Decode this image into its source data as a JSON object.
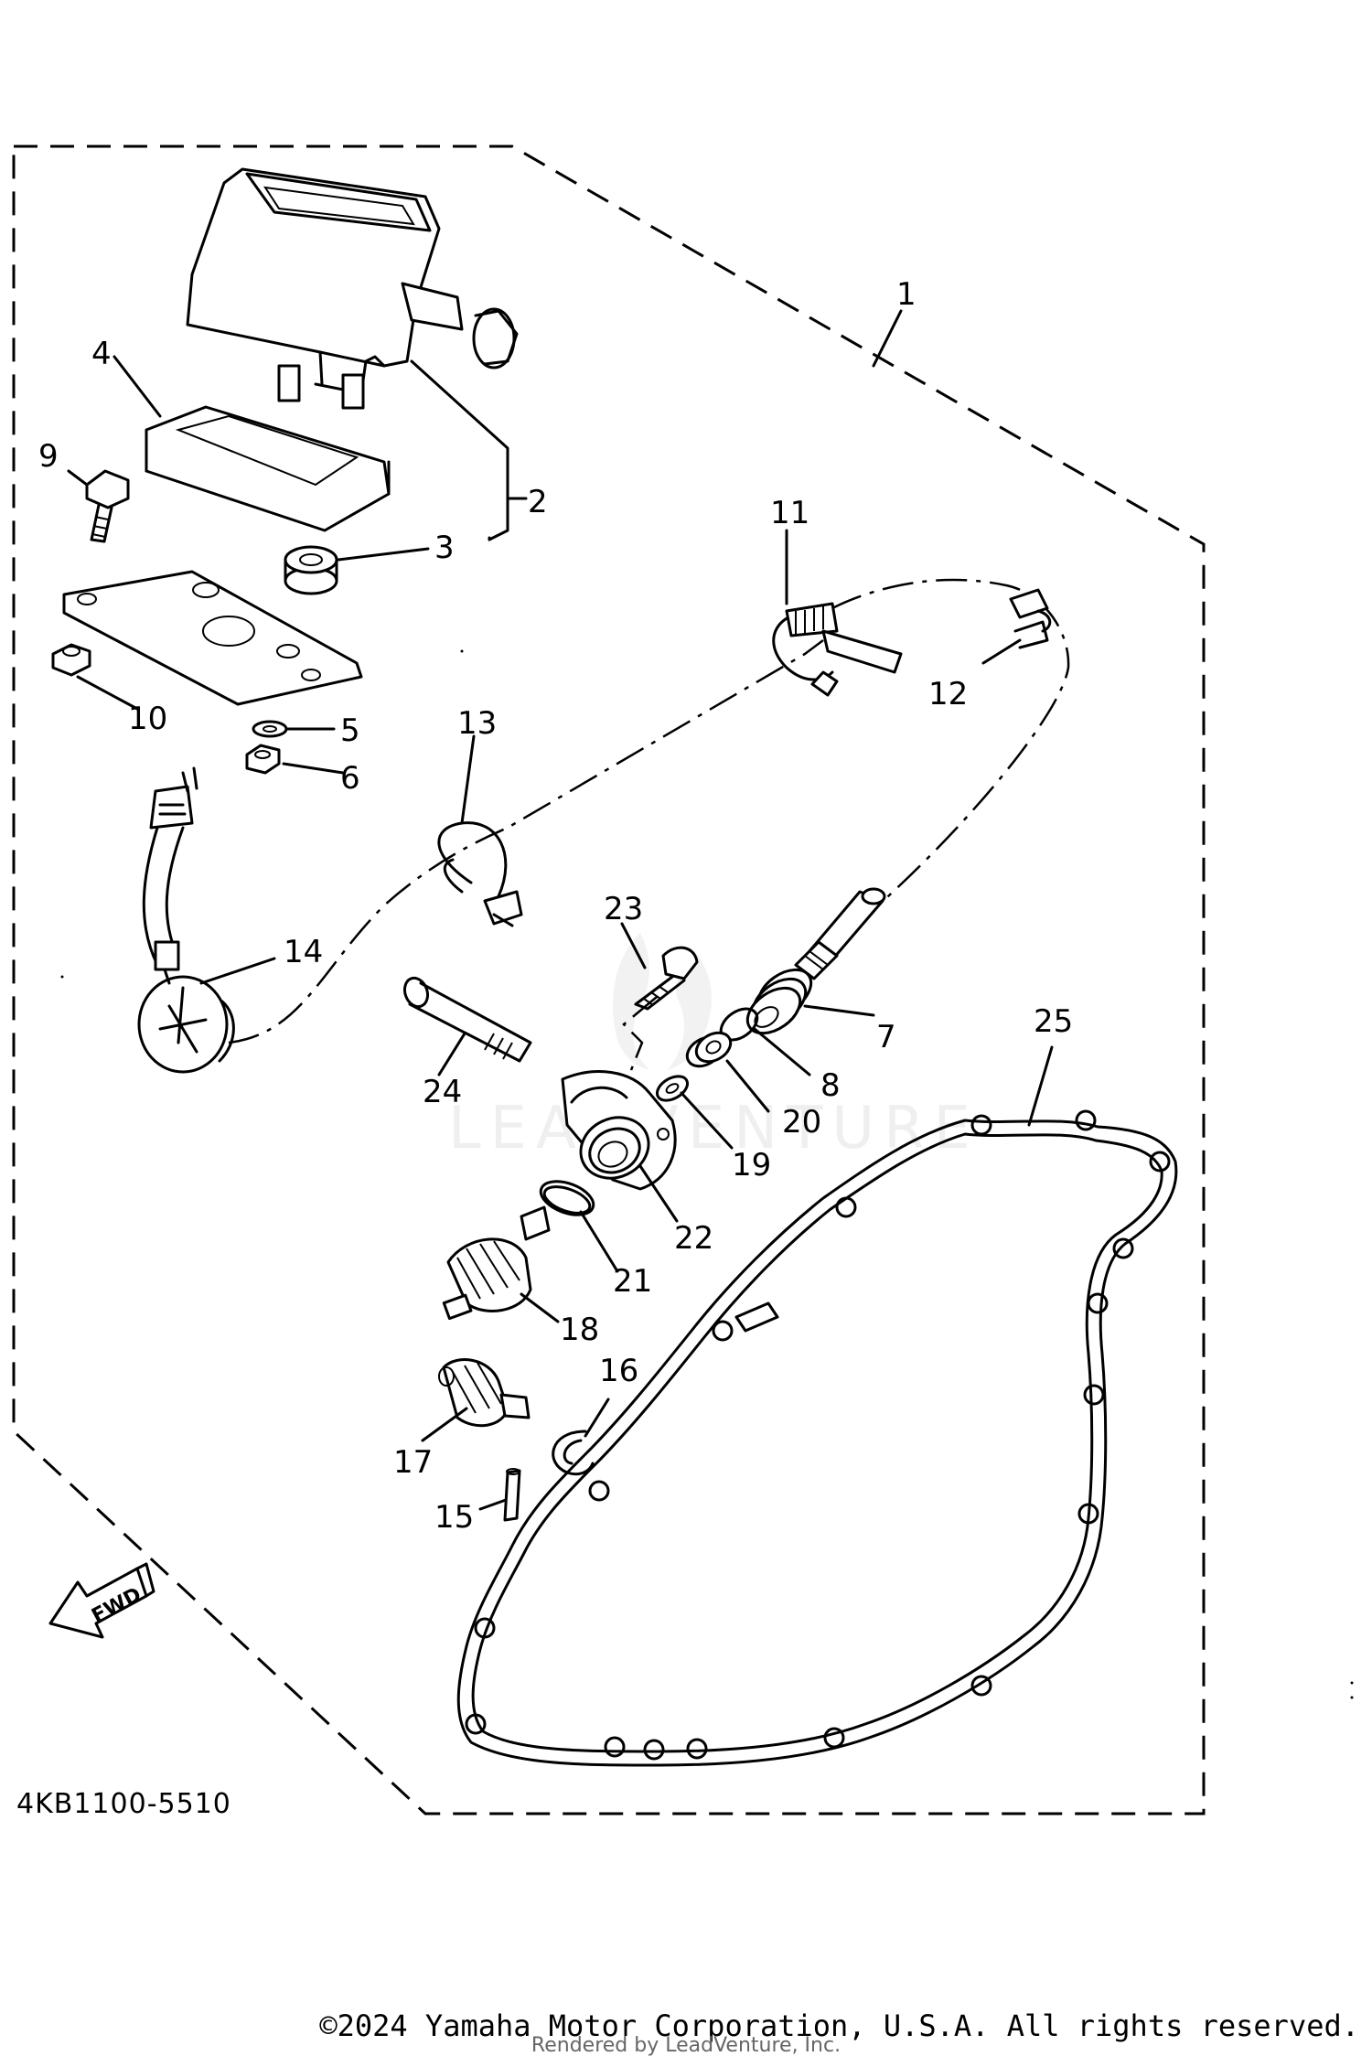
{
  "diagram": {
    "callouts": [
      "1",
      "2",
      "3",
      "4",
      "5",
      "6",
      "7",
      "8",
      "9",
      "10",
      "11",
      "12",
      "13",
      "14",
      "15",
      "16",
      "17",
      "18",
      "19",
      "20",
      "21",
      "22",
      "23",
      "24",
      "25"
    ],
    "diagram_code": "4KB1100-5510",
    "fwd_label": "FWD",
    "watermark": "LEADVENTURE"
  },
  "footer": {
    "copyright": "©2024 Yamaha Motor Corporation, U.S.A. All rights reserved.",
    "credit": "Rendered by LeadVenture, Inc."
  }
}
